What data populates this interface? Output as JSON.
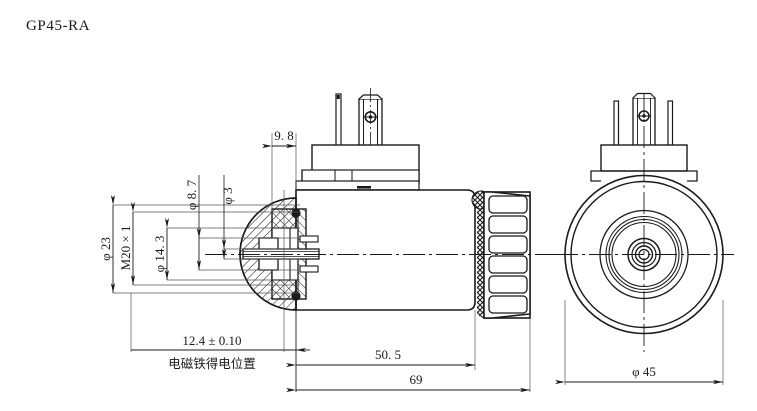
{
  "title": "GP45-RA",
  "drawing": {
    "kind": "engineering-dimension-drawing",
    "description": "Solenoid coil assembly - sectional side view and end view",
    "views": [
      {
        "name": "side-section-view",
        "label": ""
      },
      {
        "name": "end-view",
        "label": ""
      }
    ],
    "colors": {
      "line": "#1a1a1a",
      "thin_line": "#555555",
      "background": "#ffffff",
      "hatch": "#1a1a1a"
    }
  },
  "dimensions": {
    "d23": "φ 23",
    "thread": "M20 × 1",
    "d14_3": "φ 14. 3",
    "d8_7": "φ 8. 7",
    "d3": "φ 3",
    "top_9_8": "9. 8",
    "len_12_4": "12.4 ± 0.10",
    "len_50_5": "50. 5",
    "len_69": "69",
    "d45": "φ 45"
  },
  "notes": {
    "energized_position": "电磁铁得电位置"
  }
}
